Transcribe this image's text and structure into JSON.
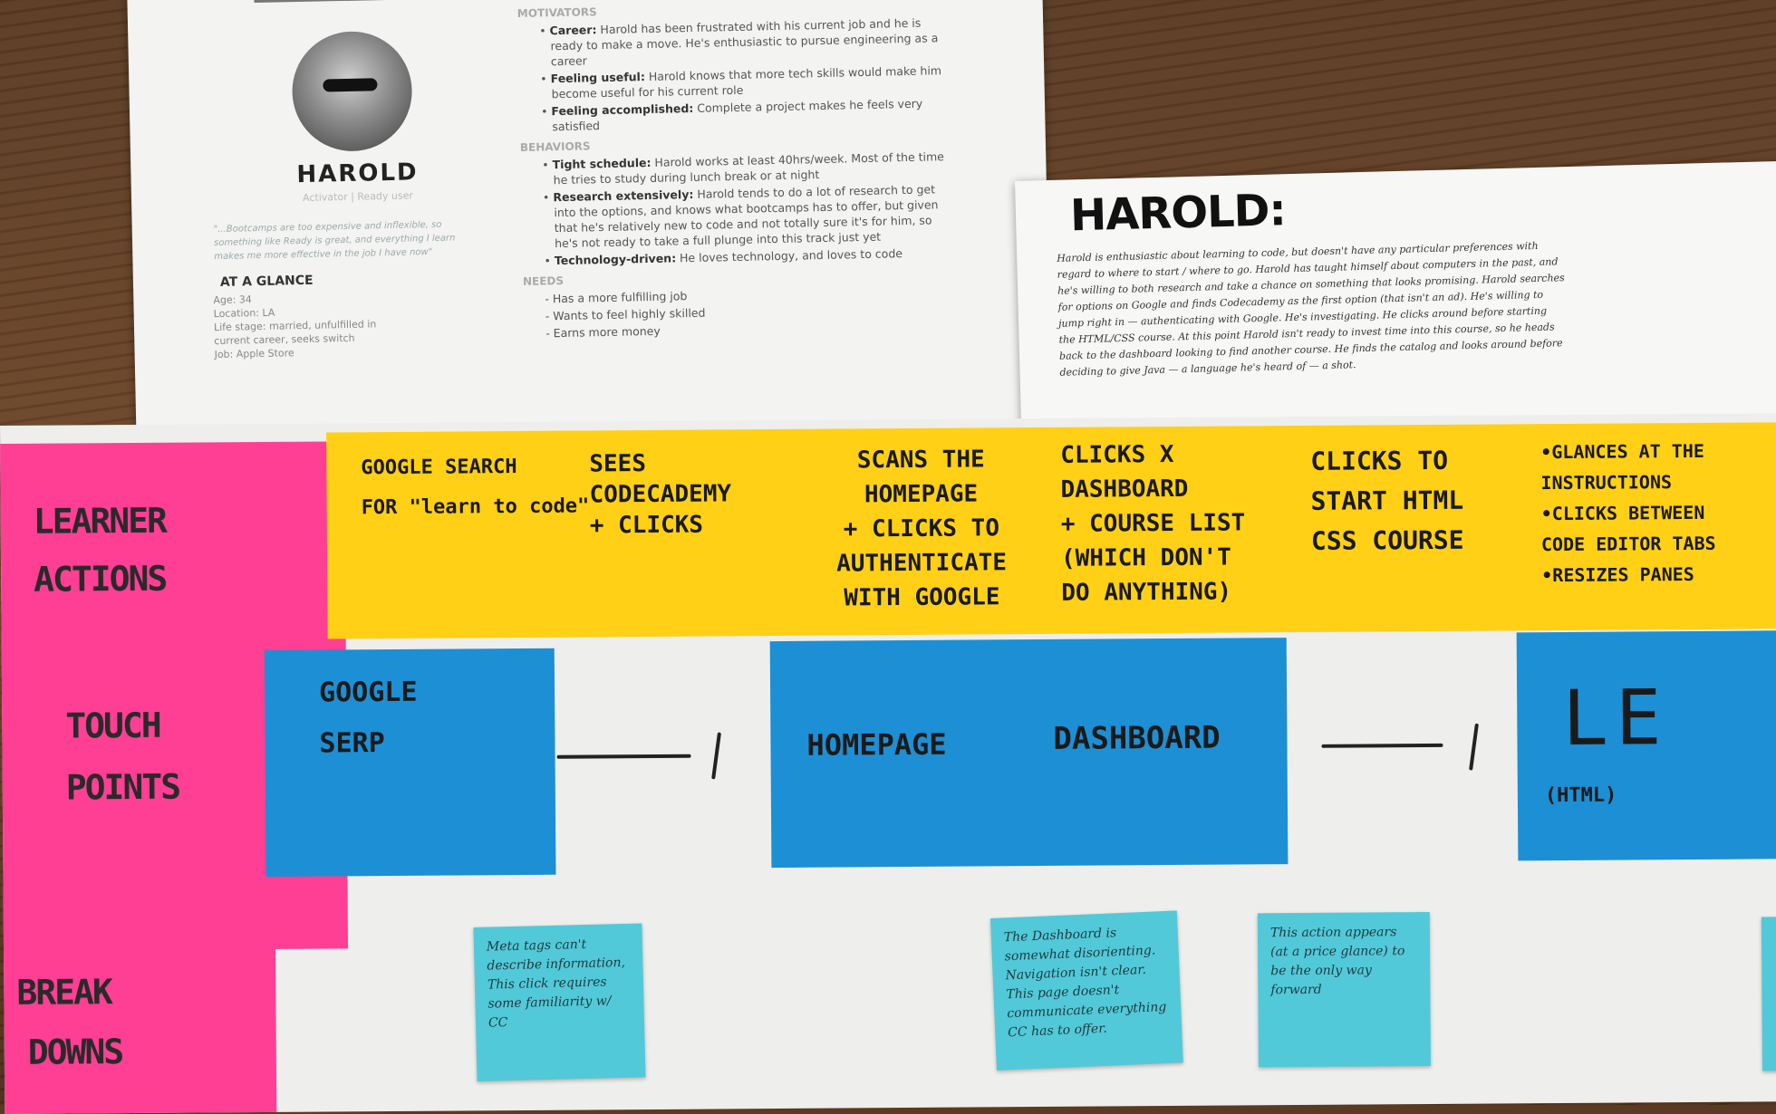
{
  "persona_printout": {
    "name": "HAROLD",
    "subtitle": "Activator | Ready user",
    "quote": "\"...Bootcamps are too expensive and inflexible, so something like Ready is great, and everything I learn makes me more effective in the job I have now\"",
    "glance_heading": "AT A GLANCE",
    "glance": [
      "Age: 34",
      "Location: LA",
      "Life stage: married, unfulfilled in",
      "current career, seeks switch",
      "Job: Apple Store"
    ],
    "motivators_heading": "MOTIVATORS",
    "motivators": [
      {
        "bold": "Career:",
        "text": " Harold has been frustrated with his current job and he is ready to make a move. He's enthusiastic to pursue engineering as a career"
      },
      {
        "bold": "Feeling useful:",
        "text": " Harold knows that more tech skills would make him become useful for his current role"
      },
      {
        "bold": "Feeling accomplished:",
        "text": " Complete a project makes he feels very satisfied"
      }
    ],
    "behaviors_heading": "BEHAVIORS",
    "behaviors": [
      {
        "bold": "Tight schedule:",
        "text": " Harold works at least 40hrs/week. Most of the time he tries to study during lunch break or at night"
      },
      {
        "bold": "Research extensively:",
        "text": " Harold tends to do a lot of research to get into the options, and knows what bootcamps has to offer, but given that he's relatively new to code and not totally sure it's for him, so he's not ready to take a full plunge into this track just yet"
      },
      {
        "bold": "Technology-driven:",
        "text": " He loves technology, and loves to code"
      }
    ],
    "needs_heading": "NEEDS",
    "needs": [
      "Has a more fulfilling job",
      "Wants to feel highly skilled",
      "Earns more money"
    ]
  },
  "handwritten_card": {
    "title": "HAROLD:",
    "body": "Harold is enthusiastic about learning to code, but doesn't have any particular preferences with regard to where to start / where to go. Harold has taught himself about computers in the past, and he's willing to both research and take a chance on something that looks promising. Harold searches for options on Google and finds Codecademy as the first option (that isn't an ad). He's willing to jump right in — authenticating with Google. He's investigating. He clicks around before starting the HTML/CSS course. At this point Harold isn't ready to invest time into this course, so he heads back to the dashboard looking to find another course. He finds the catalog and looks around before deciding to give Java — a language he's heard of — a shot."
  },
  "journey_map": {
    "row_labels": {
      "actions": [
        "LEARNER",
        "ACTIONS"
      ],
      "touchpoints": [
        "TOUCH",
        "POINTS"
      ],
      "breakdowns": [
        "BREAK",
        "DOWNS"
      ]
    },
    "actions": [
      [
        "GOOGLE SEARCH",
        "FOR \"learn to code\""
      ],
      [
        "SEES",
        "CODECADEMY",
        "+ CLICKS"
      ],
      [
        "SCANS THE",
        "HOMEPAGE",
        "+ CLICKS TO",
        "AUTHENTICATE",
        "WITH GOOGLE"
      ],
      [
        "CLICKS  X",
        "DASHBOARD",
        "+ COURSE LIST",
        "(WHICH DON'T",
        "DO ANYTHING)"
      ],
      [
        "CLICKS TO",
        "START HTML",
        "CSS COURSE"
      ],
      [
        "•GLANCES AT THE",
        "INSTRUCTIONS",
        "•CLICKS BETWEEN",
        "CODE EDITOR TABS",
        "•RESIZES PANES"
      ]
    ],
    "touchpoints": [
      [
        "GOOGLE",
        "SERP"
      ],
      [
        "HOMEPAGE"
      ],
      [
        "DASHBOARD"
      ],
      [
        "LE",
        "(HTML)"
      ]
    ],
    "breakdowns": [
      "Meta tags can't describe information, This click requires some familiarity w/ CC",
      "The Dashboard is somewhat disorienting. Navigation isn't clear. This page doesn't communicate everything CC has to offer.",
      "This action appears (at a price glance) to be the only way forward"
    ],
    "colors": {
      "label": "#ff3f94",
      "action": "#ffd016",
      "touchpoint": "#1d8fd4",
      "breakdown": "#52c9d8"
    }
  }
}
